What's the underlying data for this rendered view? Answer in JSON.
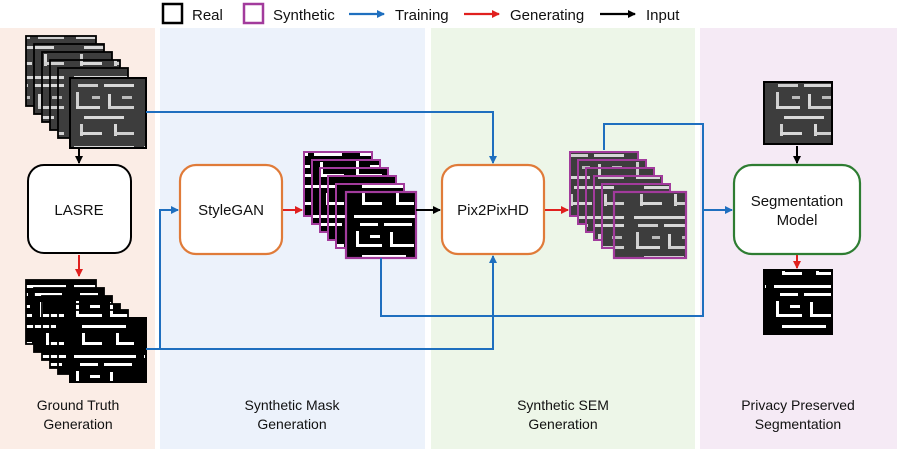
{
  "legend": {
    "real": "Real",
    "synthetic": "Synthetic",
    "training": "Training",
    "generating": "Generating",
    "input": "Input"
  },
  "colors": {
    "panel_ground_truth": "#fbede6",
    "panel_mask": "#ecf2fb",
    "panel_sem": "#edf6e8",
    "panel_privacy": "#f5eaf5",
    "real_border": "#000000",
    "synthetic_border": "#a23b9c",
    "training_arrow": "#1f6fbf",
    "generating_arrow": "#e0201e",
    "input_arrow": "#000000",
    "model_border_orange": "#e07b39",
    "model_border_green": "#2e7d32"
  },
  "models": {
    "lasre": "LASRE",
    "stylegan": "StyleGAN",
    "pix2pixhd": "Pix2PixHD",
    "segmentation_line1": "Segmentation",
    "segmentation_line2": "Model"
  },
  "stages": {
    "ground_truth_line1": "Ground Truth",
    "ground_truth_line2": "Generation",
    "mask_line1": "Synthetic Mask",
    "mask_line2": "Generation",
    "sem_line1": "Synthetic SEM",
    "sem_line2": "Generation",
    "privacy_line1": "Privacy Preserved",
    "privacy_line2": "Segmentation"
  }
}
